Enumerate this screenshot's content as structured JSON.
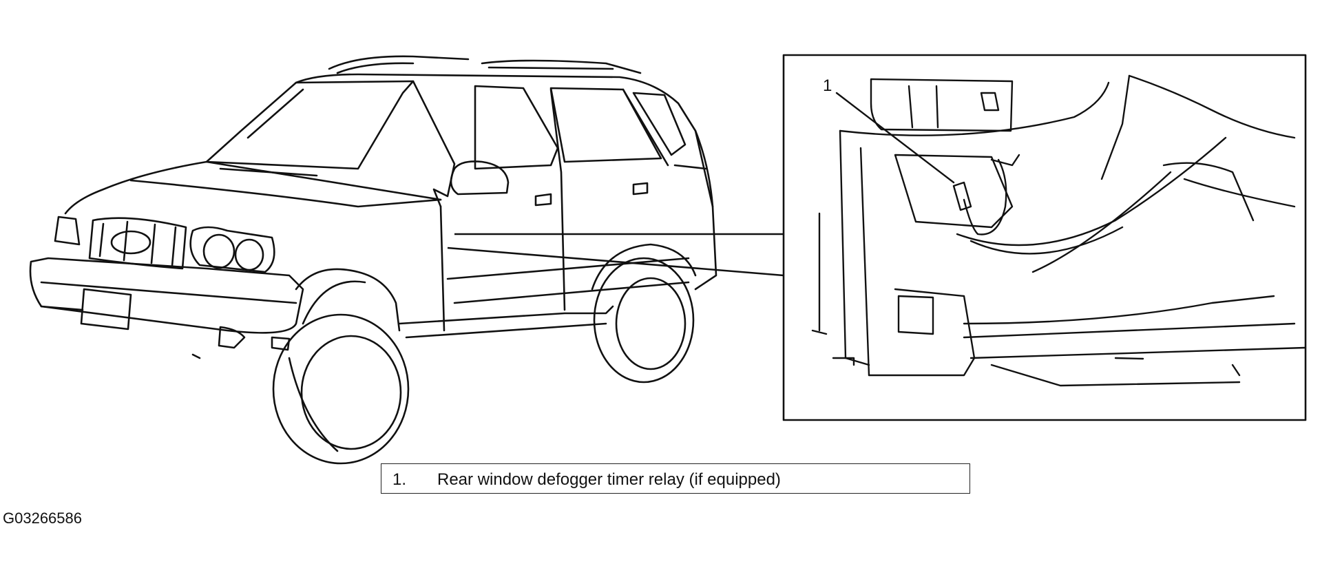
{
  "callout": {
    "number": "1"
  },
  "legend": {
    "items": [
      {
        "number": "1.",
        "text": "Rear window defogger timer relay (if equipped)"
      }
    ]
  },
  "figure_id": "G03266586"
}
